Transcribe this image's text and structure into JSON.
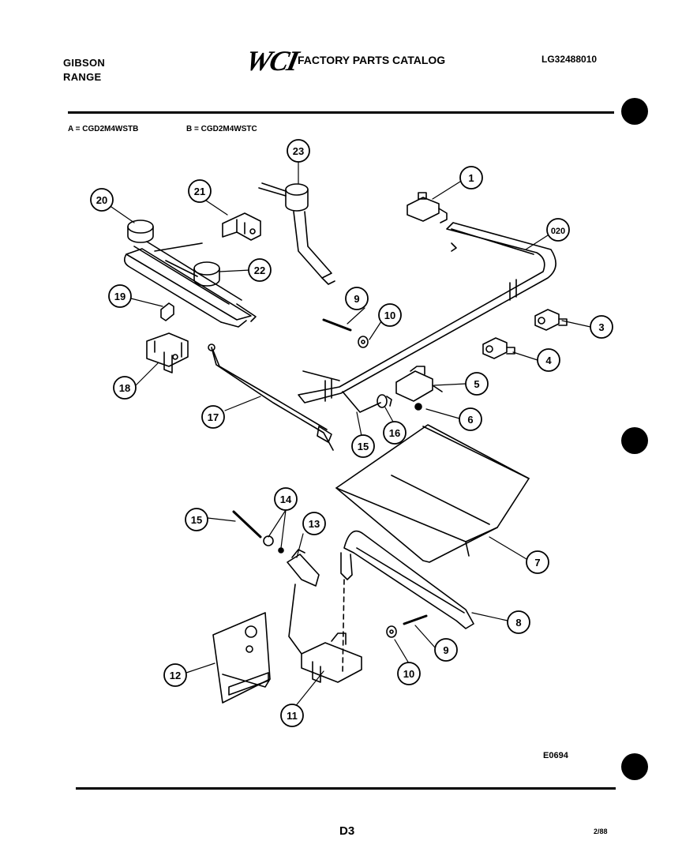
{
  "header": {
    "brand_line1": "GIBSON",
    "brand_line2": "RANGE",
    "logo": "WCI",
    "catalog_title": "FACTORY PARTS CATALOG",
    "catalog_number": "LG32488010"
  },
  "models": {
    "a": "A = CGD2M4WSTB",
    "b": "B = CGD2M4WSTC"
  },
  "callouts": [
    "1",
    "3",
    "4",
    "5",
    "6",
    "7",
    "8",
    "9",
    "10",
    "11",
    "12",
    "13",
    "14",
    "15",
    "16",
    "17",
    "18",
    "19",
    "020",
    "21",
    "22",
    "23"
  ],
  "callout_labels": {
    "c1": "1",
    "c3": "3",
    "c4": "4",
    "c5": "5",
    "c6": "6",
    "c7": "7",
    "c8": "8",
    "c9a": "9",
    "c9b": "9",
    "c10a": "10",
    "c10b": "10",
    "c11": "11",
    "c12": "12",
    "c13": "13",
    "c14": "14",
    "c15a": "15",
    "c15b": "15",
    "c16": "16",
    "c17": "17",
    "c18": "18",
    "c19": "19",
    "c20": "20",
    "c020": "020",
    "c21": "21",
    "c22": "22",
    "c23": "23"
  },
  "footer": {
    "diagram_code": "E0694",
    "page": "D3",
    "date": "2/88"
  }
}
